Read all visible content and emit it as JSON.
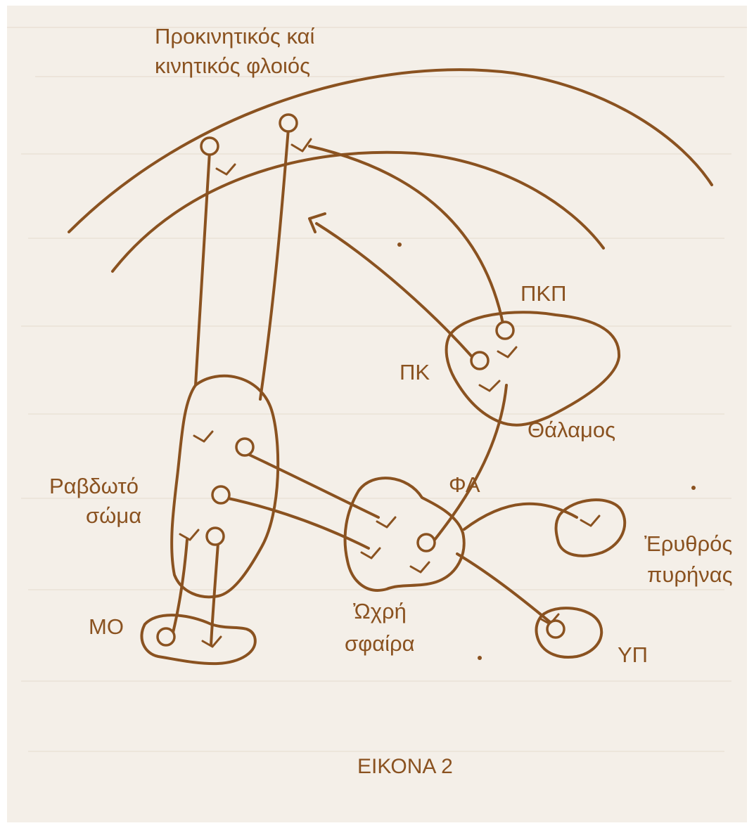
{
  "labels": {
    "cortex_line1": "Προκινητικός καί",
    "cortex_line2": "κινητικός φλοιός",
    "pkp": "ΠΚΠ",
    "pk": "ΠΚ",
    "thalamus": "Θάλαμος",
    "striatum_line1": "Ραβδωτό",
    "striatum_line2": "σώμα",
    "fa": "ΦΑ",
    "red_nucleus_line1": "Ἐρυθρός",
    "red_nucleus_line2": "πυρήνας",
    "mo": "ΜΟ",
    "pallidum_line1": "Ὠχρή",
    "pallidum_line2": "σφαίρα",
    "yp": "ΥΠ"
  },
  "caption": "ΕΙΚΟΝΑ 2",
  "colors": {
    "ink": "#8a5220",
    "paper": "#f4efe8"
  }
}
